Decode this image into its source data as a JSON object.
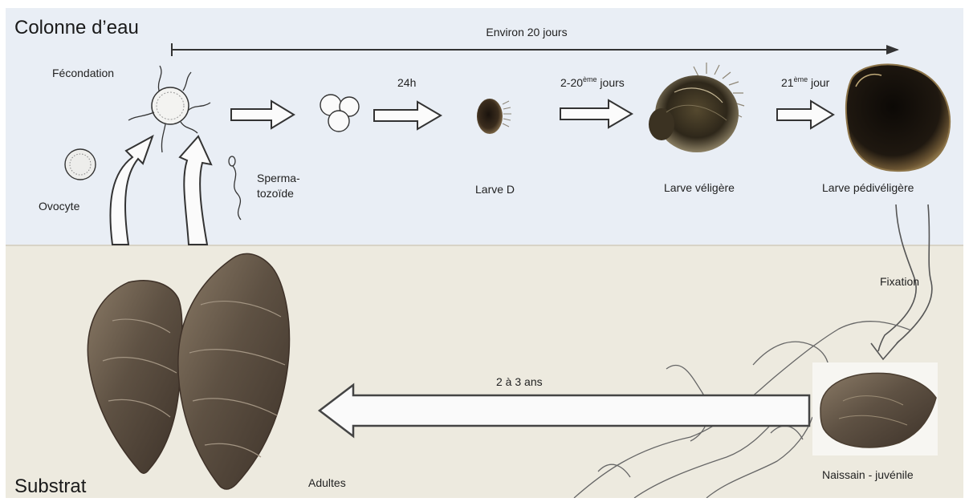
{
  "zones": {
    "water_column": "Colonne d’eau",
    "substrate": "Substrat"
  },
  "timeline": {
    "label": "Environ 20 jours"
  },
  "stages": {
    "fertilization": "Fécondation",
    "oocyte": "Ovocyte",
    "sperm_line1": "Sperma-",
    "sperm_line2": "tozoïde",
    "d_larva": "Larve D",
    "veliger": "Larve véligère",
    "pediveliger": "Larve pédivéligère",
    "fixation": "Fixation",
    "spat": "Naissain - juvénile",
    "adults": "Adultes"
  },
  "durations": {
    "first_day": "24h",
    "days_2_20_pre": "2-20",
    "days_2_20_sup": "ème",
    "days_2_20_post": " jours",
    "day_21_pre": "21",
    "day_21_sup": "ème",
    "day_21_post": " jour",
    "years": "2 à 3 ans"
  },
  "colors": {
    "water": "#e9eef5",
    "substrate": "#edeadf",
    "ink": "#333333",
    "shell": "#6f5f4f",
    "shell_dark": "#3e3128",
    "larva_dark": "#1e1812"
  }
}
